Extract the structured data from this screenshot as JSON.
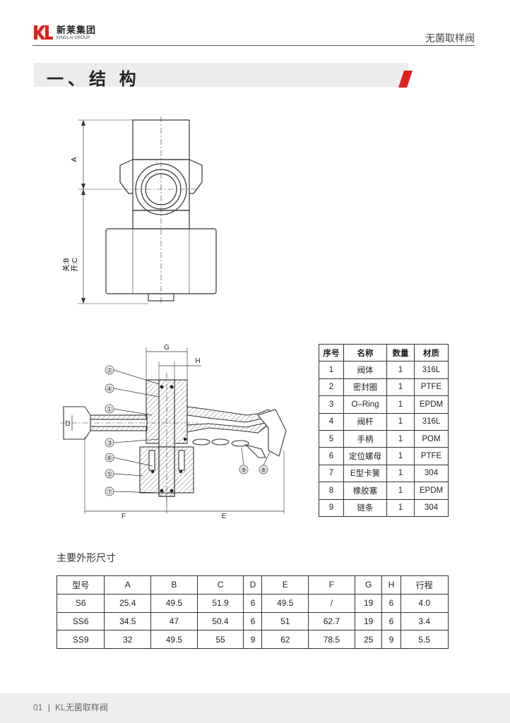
{
  "header": {
    "logo_cn": "新莱集团",
    "logo_en": "KINGLAI GROUP",
    "doc_title": "无菌取样阀"
  },
  "section": {
    "title": "一、结 构"
  },
  "drawing_labels": {
    "A": "A",
    "B": "关:B",
    "C": "开:C",
    "D": "D",
    "E": "E",
    "F": "F",
    "G": "G",
    "H": "H",
    "callouts": [
      "①",
      "②",
      "③",
      "④",
      "⑤",
      "⑥",
      "⑦",
      "⑧",
      "⑨"
    ]
  },
  "parts_table": {
    "headers": [
      "序号",
      "名称",
      "数量",
      "材质"
    ],
    "rows": [
      [
        "1",
        "阀体",
        "1",
        "316L"
      ],
      [
        "2",
        "密封圈",
        "1",
        "PTFE"
      ],
      [
        "3",
        "O–Ring",
        "1",
        "EPDM"
      ],
      [
        "4",
        "阀杆",
        "1",
        "316L"
      ],
      [
        "5",
        "手柄",
        "1",
        "POM"
      ],
      [
        "6",
        "定位螺母",
        "1",
        "PTFE"
      ],
      [
        "7",
        "E型卡簧",
        "1",
        "304"
      ],
      [
        "8",
        "橡胶塞",
        "1",
        "EPDM"
      ],
      [
        "9",
        "链条",
        "1",
        "304"
      ]
    ]
  },
  "dims": {
    "title": "主要外形尺寸",
    "headers": [
      "型号",
      "A",
      "B",
      "C",
      "D",
      "E",
      "F",
      "G",
      "H",
      "行程"
    ],
    "rows": [
      [
        "S6",
        "25.4",
        "49.5",
        "51.9",
        "6",
        "49.5",
        "/",
        "19",
        "6",
        "4.0"
      ],
      [
        "SS6",
        "34.5",
        "47",
        "50.4",
        "6",
        "51",
        "62.7",
        "19",
        "6",
        "3.4"
      ],
      [
        "SS9",
        "32",
        "49.5",
        "55",
        "9",
        "62",
        "78.5",
        "25",
        "9",
        "5.5"
      ]
    ]
  },
  "footer": {
    "page": "01",
    "sep": "|",
    "text": "KL无菌取样阀"
  },
  "colors": {
    "accent": "#e0201c",
    "bar": "#ececec"
  }
}
